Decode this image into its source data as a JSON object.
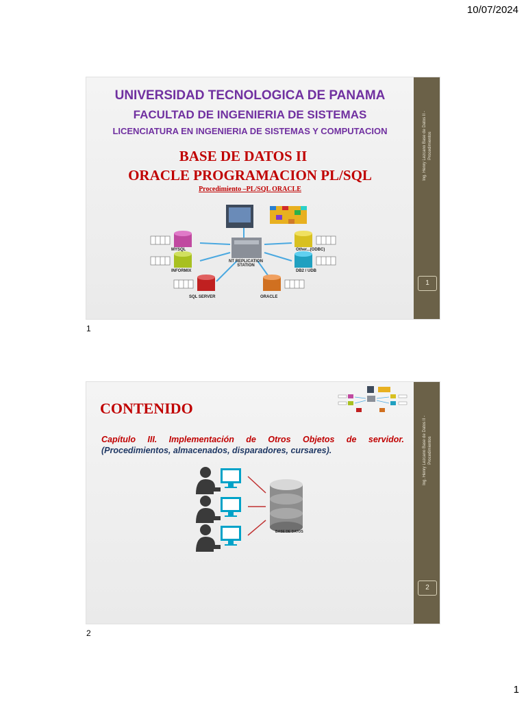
{
  "header": {
    "date": "10/07/2024"
  },
  "footer": {
    "page_number": "1"
  },
  "slides": [
    {
      "outside_number": "1",
      "title_line1": "UNIVERSIDAD TECNOLOGICA DE PANAMA",
      "title_line2": "FACULTAD DE INGENIERIA DE SISTEMAS",
      "title_line3": "LICENCIATURA EN INGENIERIA DE SISTEMAS Y COMPUTACION",
      "course": "BASE DE DATOS II",
      "subject": "ORACLE  PROGRAMACION PL/SQL",
      "topic": "Procedimiento  –PL/SQL ORACLE",
      "diagram_labels": {
        "mysql": "MYSQL",
        "informix": "INFORMIX",
        "sql_server": "SQL SERVER",
        "oracle": "ORACLE",
        "other": "Other...(ODBC)",
        "db2": "DB2 / UDB",
        "station": "NT REPLICATION STATION"
      },
      "sidebar_text": "Ing. Henry Lezcano  Base de Datos II - Procedimientos",
      "sidebar_number": "1"
    },
    {
      "outside_number": "2",
      "heading": "CONTENIDO",
      "chapter": "Capítulo III. Implementación de Otros Objetos de servidor.",
      "chapter_detail": "(Procedimientos, almacenados, disparadores, cursares).",
      "db_label": "BASE DE DATOS",
      "sidebar_text": "Ing. Henry Lezcano  Base de Datos II - Procedimientos",
      "sidebar_number": "2"
    }
  ],
  "colors": {
    "purple": "#7030a0",
    "red": "#c00000",
    "navy": "#1f3864",
    "sidebar": "#6b6148",
    "monitor": "#00a2c8",
    "person": "#3a3a3a"
  }
}
